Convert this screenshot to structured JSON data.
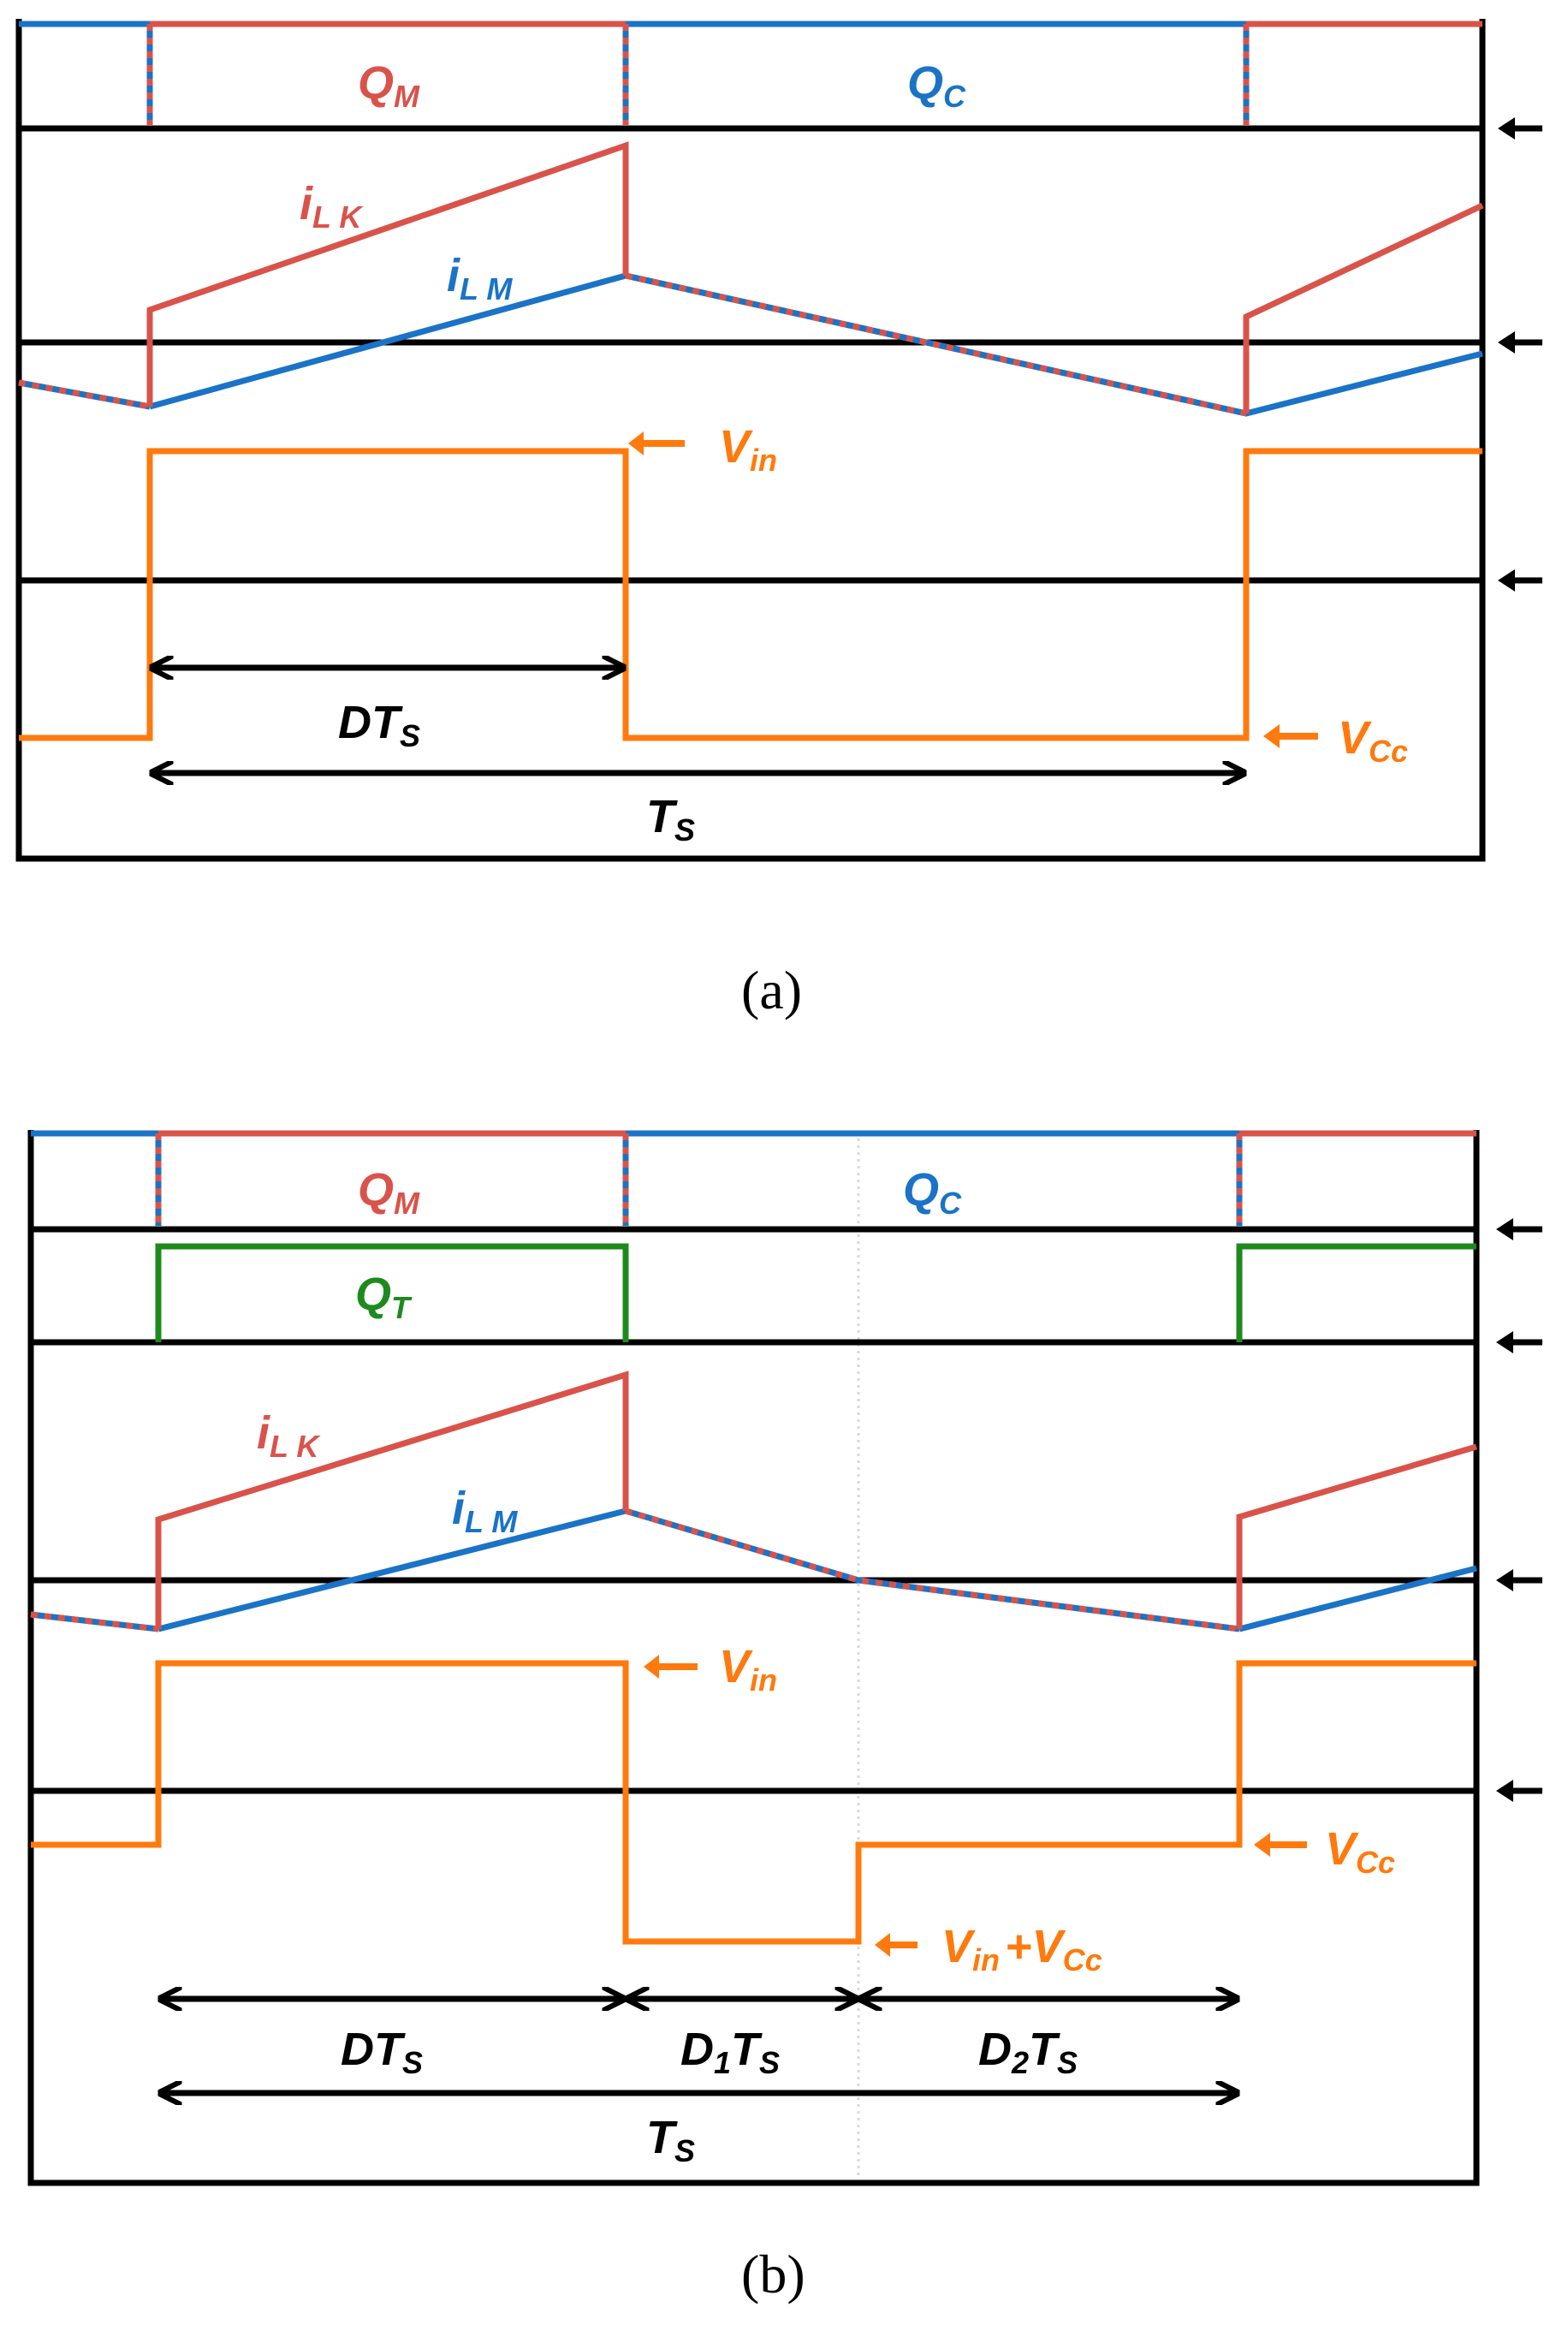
{
  "colors": {
    "red": "#D9534A",
    "blue": "#1A73C7",
    "orange": "#FF7A0E",
    "green": "#1E8A1E",
    "black": "#000000"
  },
  "panel_a": {
    "caption": "(a)",
    "labels": {
      "qm_main": "Q",
      "qm_sub": "M",
      "qc_main": "Q",
      "qc_sub": "C",
      "ilk_main": "i",
      "ilk_sub": "L K",
      "ilm_main": "i",
      "ilm_sub": "L M",
      "vin_main": "V",
      "vin_sub": "in",
      "vcc_main": "V",
      "vcc_sub": "Cc",
      "dts_main": "DT",
      "dts_sub": "S",
      "ts_main": "T",
      "ts_sub": "S"
    }
  },
  "panel_b": {
    "caption": "(b)",
    "labels": {
      "qm_main": "Q",
      "qm_sub": "M",
      "qc_main": "Q",
      "qc_sub": "C",
      "qt_main": "Q",
      "qt_sub": "T",
      "ilk_main": "i",
      "ilk_sub": "L K",
      "ilm_main": "i",
      "ilm_sub": "L M",
      "vin_main": "V",
      "vin_sub": "in",
      "vcc_main": "V",
      "vcc_sub": "Cc",
      "sum_v1_main": "V",
      "sum_v1_sub": "in",
      "sum_plus": "+",
      "sum_v2_main": "V",
      "sum_v2_sub": "Cc",
      "dts_main": "DT",
      "dts_sub": "S",
      "d1ts_d": "D",
      "d1ts_1": "1",
      "d1ts_t": "T",
      "d1ts_s": "S",
      "d2ts_d": "D",
      "d2ts_2": "2",
      "d2ts_t": "T",
      "d2ts_s": "S",
      "ts_main": "T",
      "ts_sub": "S"
    }
  }
}
